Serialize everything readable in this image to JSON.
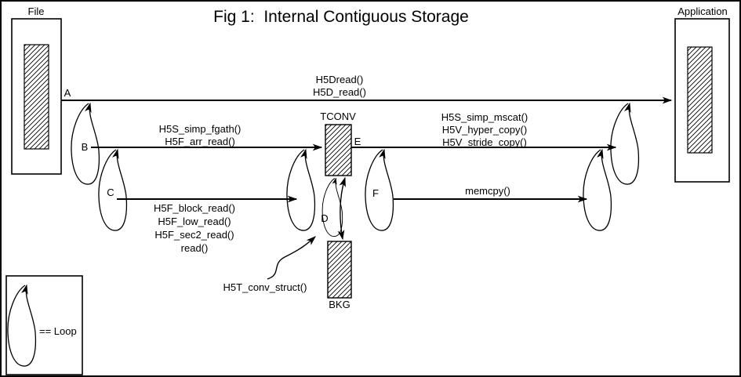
{
  "title": "Fig 1:  Internal Contiguous Storage",
  "file": {
    "label": "File"
  },
  "application": {
    "label": "Application"
  },
  "buffers": {
    "tconv": "TCONV",
    "bkg": "BKG"
  },
  "markers": {
    "a": "A",
    "b": "B",
    "c": "C",
    "d": "D",
    "e": "E",
    "f": "F"
  },
  "labels": {
    "line_a": [
      "H5Dread()",
      "H5D_read()"
    ],
    "line_b": [
      "H5S_simp_fgath()",
      "H5F_arr_read()"
    ],
    "line_c": [
      "H5F_block_read()",
      "H5F_low_read()",
      "H5F_sec2_read()",
      "read()"
    ],
    "line_e": [
      "H5S_simp_mscat()",
      "H5V_hyper_copy()",
      "H5V_stride_copy()"
    ],
    "line_f": [
      "memcpy()"
    ],
    "conv_annotation": "H5T_conv_struct()"
  },
  "legend": {
    "label": "== Loop"
  }
}
